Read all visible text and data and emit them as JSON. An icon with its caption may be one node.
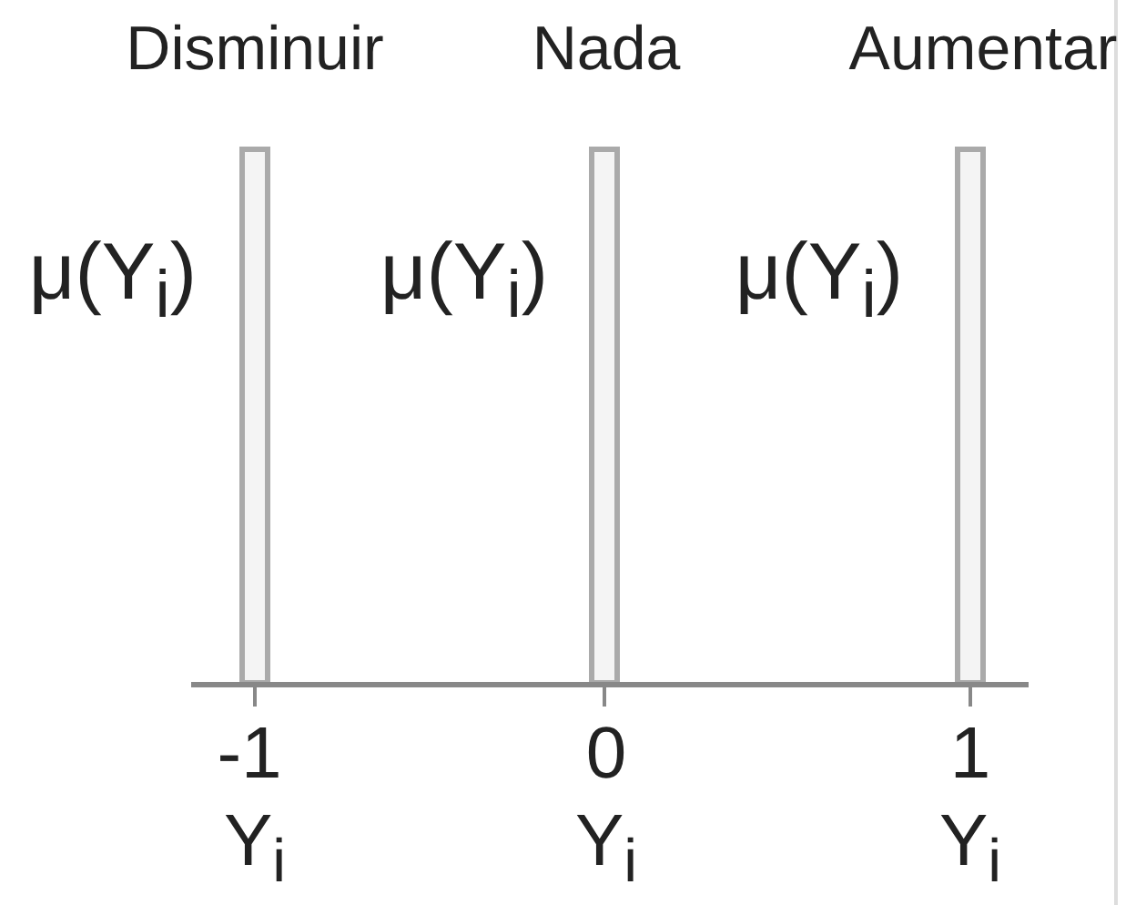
{
  "diagram": {
    "labels": [
      "Disminuir",
      "Nada",
      "Aumentar",
      "μ(Y$_{i}$)",
      "μ(Y$_{i}$)",
      "μ(Y$_{i}$)",
      "-1",
      "0",
      "1",
      "Y$_{i}$",
      "Y$_{i}$",
      "Y$_{i}$"
    ]
  }
}
